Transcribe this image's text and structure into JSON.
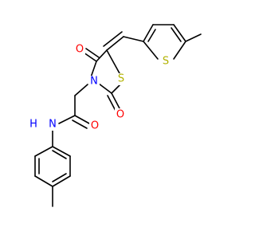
{
  "colors": {
    "bond": "#000000",
    "oxygen": "#ff0000",
    "nitrogen": "#0000ff",
    "sulfur": "#b2b200",
    "carbon_hydrogen_label": "#000000",
    "background": "#ffffff"
  },
  "atom_labels": {
    "o_ring_top": "O",
    "o_ring_bottom": "O",
    "o_amide": "O",
    "s_ring": "S",
    "s_thiophene": "S",
    "n_ring": "N",
    "nh_amide": "H",
    "nh_amide_n": "N"
  }
}
